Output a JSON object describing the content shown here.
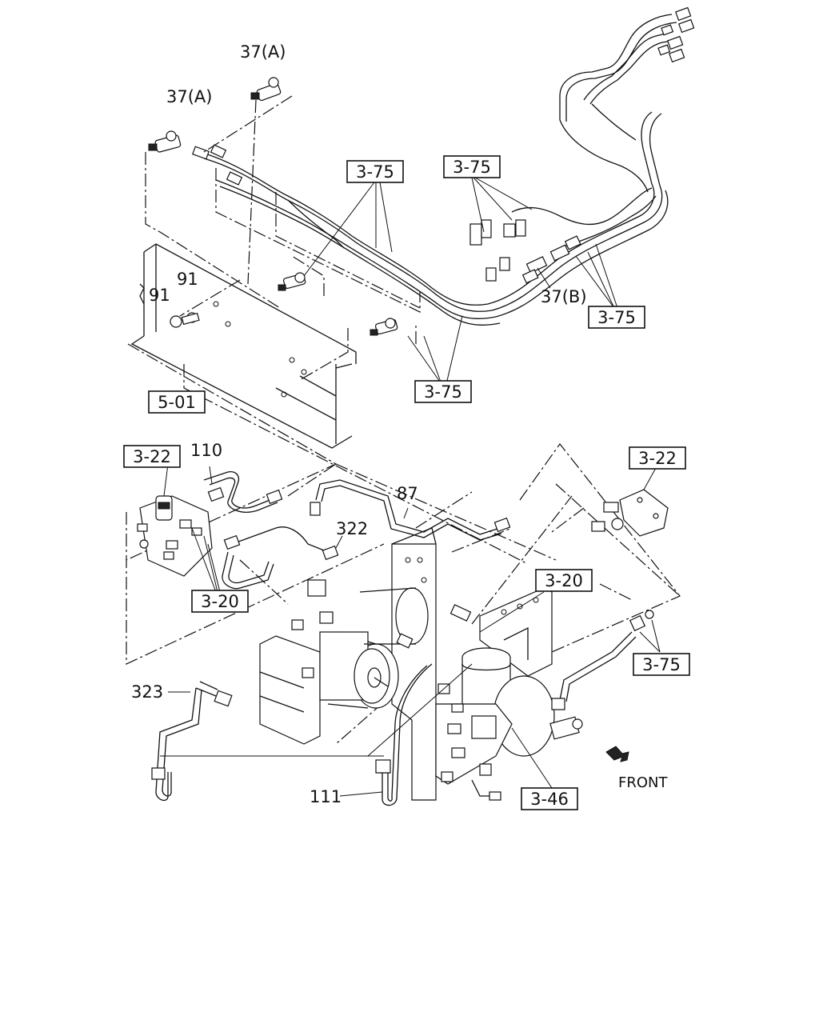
{
  "diagram": {
    "callouts_boxed": {
      "c375_top_center": "3-75",
      "c375_top_right": "3-75",
      "c375_right": "3-75",
      "c375_center": "3-75",
      "c501": "5-01",
      "c322_left": "3-22",
      "c322_right": "3-22",
      "c320_left": "3-20",
      "c320_right": "3-20",
      "c375_lower_right": "3-75",
      "c346": "3-46"
    },
    "callouts_plain": {
      "p37a_top": "37(A)",
      "p37a_left": "37(A)",
      "p37b": "37(B)",
      "p91_upper": "91",
      "p91_lower": "91",
      "p110": "110",
      "p87": "87",
      "p322": "322",
      "p323": "323",
      "p111": "111"
    },
    "front_label": "FRONT"
  }
}
